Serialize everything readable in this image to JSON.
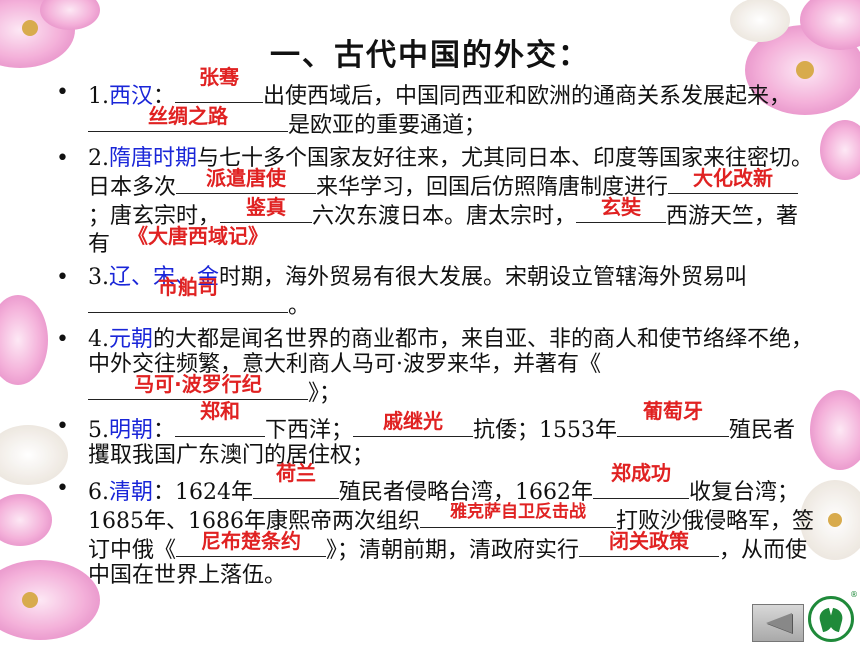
{
  "title": "一、古代中国的外交：",
  "bullet": "•",
  "items": [
    {
      "num": "1.",
      "dynasty": "西汉",
      "p1": "：",
      "a1": "张骞",
      "p2": "出使西域后，中国同西亚和欧洲的通商关系发展起来，",
      "a2": "丝绸之路",
      "p3": "是欧亚的重要通道；"
    },
    {
      "num": "2.",
      "dynasty": "隋唐时期",
      "p1": "与七十多个国家友好往来，尤其同日本、印度等国家来往密切。日本多次",
      "a1": "派遣唐使",
      "p2": "来华学习，回国后仿照隋唐制度进行",
      "a2": "大化改新",
      "p3": "；唐玄宗时，",
      "a3": "鉴真",
      "p4": "六次东渡日本。唐太宗时，",
      "a4": "玄奘",
      "p5": "西游天竺，著有",
      "a5": "《大唐西域记》"
    },
    {
      "num": "3.",
      "dynasty": "辽、宋、金",
      "p1": "时期，海外贸易有很大发展。宋朝设立管辖海外贸易叫",
      "a1": "市舶司",
      "p2": "。"
    },
    {
      "num": "4.",
      "dynasty": "元朝",
      "p1": "的大都是闻名世界的商业都市，来自亚、非的商人和使节络绎不绝，中外交往频繁，意大利商人马可·波罗来华，并著有《",
      "a1": "马可·波罗行纪",
      "p2": "》；"
    },
    {
      "num": "5.",
      "dynasty": "明朝",
      "p1": "：",
      "a1": "郑和",
      "p2": "下西洋；",
      "a2": "戚继光",
      "p3": "抗倭；1553年",
      "a3": "葡萄牙",
      "p4": "殖民者攫取我国广东澳门的居住权；"
    },
    {
      "num": "6.",
      "dynasty": "清朝",
      "p1": "：1624年",
      "a1": "荷兰",
      "p2": "殖民者侵略台湾，1662年",
      "a2": "郑成功",
      "p3": "收复台湾；1685年、1686年康熙帝两次组织",
      "a3": "雅克萨自卫反击战",
      "p4": "打败沙俄侵略军，签订中俄《",
      "a4": "尼布楚条约",
      "p5": "》；清朝前期，清政府实行",
      "a5": "闭关政策",
      "p6": "，从而使中国在世界上落伍。"
    }
  ],
  "colors": {
    "dynasty": "#1a26d8",
    "answer": "#e02222",
    "text": "#111111",
    "flower_pink": "#f2a6d4"
  },
  "icons": [
    "back-arrow-icon",
    "logo-icon"
  ]
}
